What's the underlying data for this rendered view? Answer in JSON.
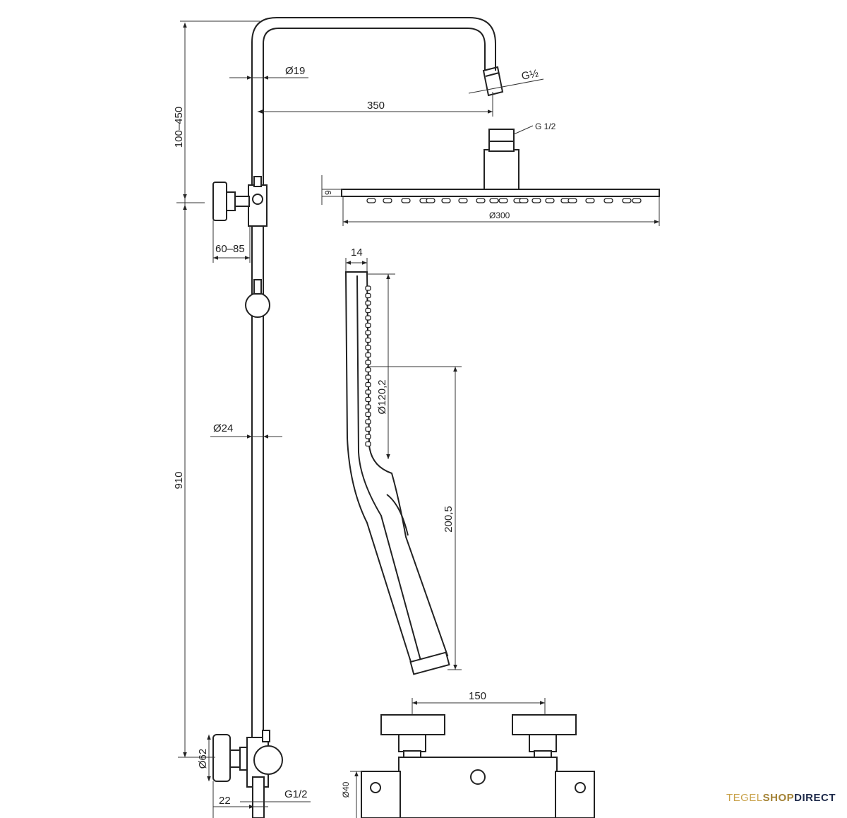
{
  "dimensions": {
    "pipe_diameter": "Ø19",
    "arm_length": "350",
    "arm_height": "100–450",
    "top_thread": "G½",
    "head_thread": "G 1/2",
    "head_thickness": "9",
    "head_diameter": "Ø300",
    "wall_offset": "60–85",
    "hand_thickness": "14",
    "hand_diameter": "Ø120,2",
    "hand_length": "200,5",
    "riser_diameter": "Ø24",
    "riser_height": "910",
    "rose_diameter": "Ø62",
    "outlet_thread": "G1/2",
    "outlet_offset": "22",
    "valve_spacing": "150",
    "valve_diameter": "Ø40"
  },
  "logo": {
    "part1": "TEGEL",
    "part2": "SHOP",
    "part3": "DIRECT"
  }
}
